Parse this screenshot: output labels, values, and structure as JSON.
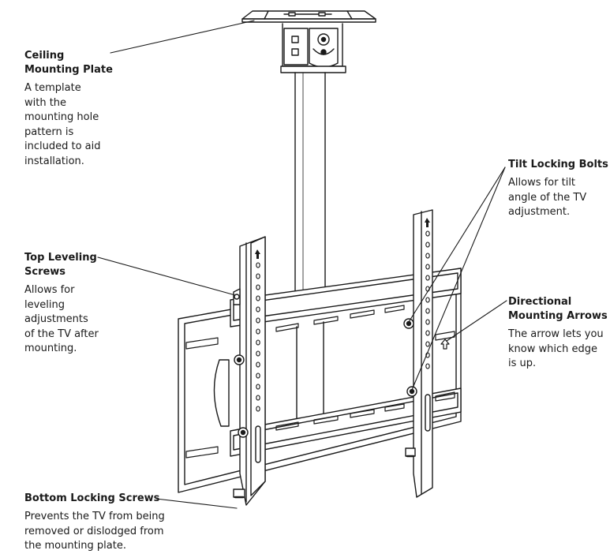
{
  "callouts": {
    "ceiling": {
      "title": [
        "Ceiling",
        "Mounting Plate"
      ],
      "desc": [
        "A template",
        "with the",
        "mounting hole",
        "pattern is",
        "included to aid",
        "installation."
      ]
    },
    "top_leveling": {
      "title": [
        "Top Leveling",
        "Screws"
      ],
      "desc": [
        "Allows for",
        "leveling",
        "adjustments",
        "of the TV after",
        "mounting."
      ]
    },
    "bottom_locking": {
      "title": [
        "Bottom Locking Screws"
      ],
      "desc": [
        "Prevents the TV from being",
        "removed or dislodged from",
        "the mounting plate."
      ]
    },
    "tilt_locking": {
      "title": [
        "Tilt Locking Bolts"
      ],
      "desc": [
        "Allows for tilt",
        "angle of the TV",
        "adjustment."
      ]
    },
    "directional": {
      "title": [
        "Directional",
        "Mounting Arrows"
      ],
      "desc": [
        "The arrow lets you",
        "know which edge",
        "is up."
      ]
    }
  },
  "icons": [
    "up-arrow-icon"
  ],
  "colors": {
    "line": "#1a1a1a",
    "background": "#ffffff"
  }
}
